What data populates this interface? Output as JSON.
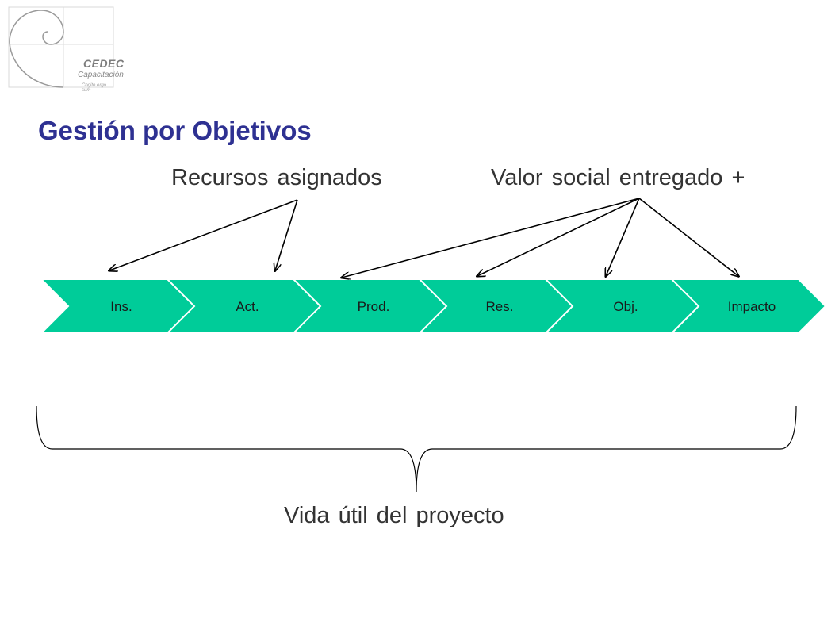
{
  "logo": {
    "name": "CEDEC",
    "subtitle": "Capacitación",
    "tagline": "Cogito ergo sum"
  },
  "title": "Gestión por Objetivos",
  "labels": {
    "resources": "Recursos asignados",
    "social_value": "Valor social entregado +",
    "project_life": "Vida útil del proyecto"
  },
  "stages": [
    {
      "label": "Ins."
    },
    {
      "label": "Act."
    },
    {
      "label": "Prod."
    },
    {
      "label": "Res."
    },
    {
      "label": "Obj."
    },
    {
      "label": "Impacto"
    }
  ],
  "colors": {
    "chevron_fill": "#00cc99",
    "title": "#2e3192",
    "text": "#333333",
    "line": "#000000"
  }
}
